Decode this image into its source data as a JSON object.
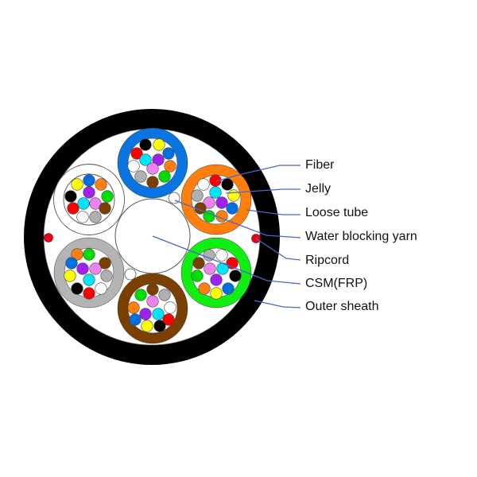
{
  "labels": {
    "fiber": "Fiber",
    "jelly": "Jelly",
    "loose_tube": "Loose tube",
    "water_blocking_yarn": "Water blocking yarn",
    "ripcord": "Ripcord",
    "csm": "CSM(FRP)",
    "outer_sheath": "Outer sheath"
  },
  "colors": {
    "sheath": "#000000",
    "interior": "#ffffff",
    "ripcord": "#e8001c",
    "leader": "#4a66cc",
    "outline": "#555555",
    "csm": "#ffffff",
    "yarn": "#ffffff"
  },
  "palette": {
    "black": "#000000",
    "yellow": "#ffff00",
    "red": "#ff0000",
    "blue": "#0070e0",
    "cyan": "#00e5ff",
    "purple": "#a020f0",
    "white": "#ffffff",
    "orange": "#ff7f0e",
    "pink": "#ee82ee",
    "gray": "#b0b0b0",
    "brown": "#7b3f00",
    "green": "#00dd00"
  },
  "tubes": [
    {
      "name": "blue",
      "color": "#0a74e0",
      "thin": false,
      "fibers": [
        "black",
        "yellow",
        "red",
        "blue",
        "cyan",
        "purple",
        "white",
        "orange",
        "pink",
        "gray",
        "brown",
        "green"
      ]
    },
    {
      "name": "orange",
      "color": "#ff7f0e",
      "thin": false,
      "fibers": [
        "red",
        "white",
        "black",
        "gray",
        "cyan",
        "yellow",
        "pink",
        "purple",
        "brown",
        "blue",
        "green",
        "orange"
      ]
    },
    {
      "name": "green",
      "color": "#11ee11",
      "thin": false,
      "fibers": [
        "gray",
        "white",
        "brown",
        "red",
        "pink",
        "cyan",
        "green",
        "black",
        "purple",
        "orange",
        "yellow",
        "blue"
      ]
    },
    {
      "name": "brown",
      "color": "#7b3f00",
      "thin": false,
      "fibers": [
        "brown",
        "green",
        "gray",
        "pink",
        "orange",
        "white",
        "purple",
        "cyan",
        "blue",
        "red",
        "yellow",
        "black"
      ]
    },
    {
      "name": "gray",
      "color": "#b4b4b4",
      "thin": false,
      "fibers": [
        "orange",
        "green",
        "blue",
        "brown",
        "purple",
        "pink",
        "yellow",
        "gray",
        "cyan",
        "black",
        "white",
        "red"
      ]
    },
    {
      "name": "white",
      "color": "#ffffff",
      "thin": true,
      "fibers": [
        "blue",
        "yellow",
        "orange",
        "purple",
        "black",
        "green",
        "cyan",
        "pink",
        "red",
        "brown",
        "white",
        "gray"
      ]
    }
  ]
}
